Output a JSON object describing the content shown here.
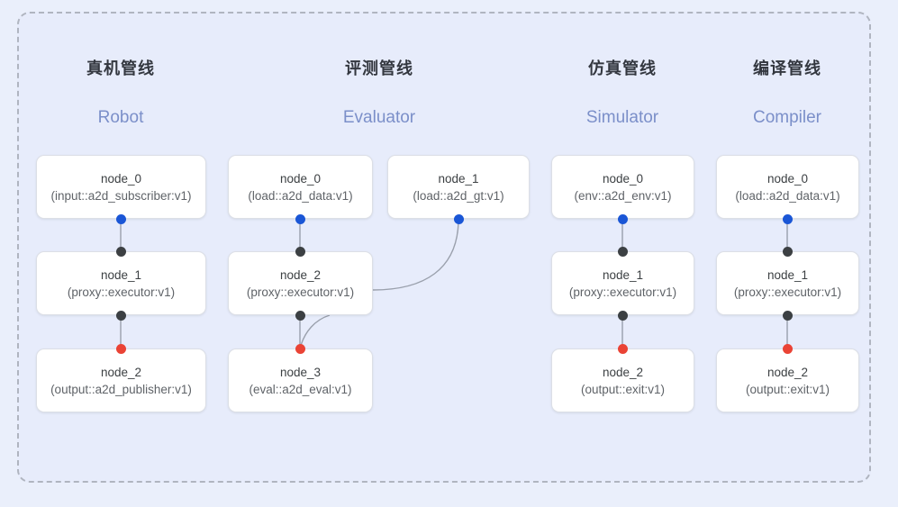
{
  "frame": {
    "border_style": "dashed",
    "border_color": "#b0b5c0",
    "background": "#e7ecfb"
  },
  "palette": {
    "page_background": "#eaeffb",
    "node_background": "#ffffff",
    "node_border": "#dcdfe6",
    "title_color": "#33373f",
    "subtitle_color": "#7b8fc9",
    "port_blue": "#1a56d6",
    "port_dark": "#3c4043",
    "port_red": "#ea4335",
    "edge_color": "#9aa0ac"
  },
  "columns": [
    {
      "id": "robot",
      "title": "真机管线",
      "subtitle": "Robot",
      "nodes": [
        {
          "name": "node_0",
          "type": "(input::a2d_subscriber:v1)"
        },
        {
          "name": "node_1",
          "type": "(proxy::executor:v1)"
        },
        {
          "name": "node_2",
          "type": "(output::a2d_publisher:v1)"
        }
      ]
    },
    {
      "id": "evaluator",
      "title": "评测管线",
      "subtitle": "Evaluator",
      "nodes": [
        {
          "name": "node_0",
          "type": "(load::a2d_data:v1)"
        },
        {
          "name": "node_1",
          "type": "(load::a2d_gt:v1)"
        },
        {
          "name": "node_2",
          "type": "(proxy::executor:v1)"
        },
        {
          "name": "node_3",
          "type": "(eval::a2d_eval:v1)"
        }
      ]
    },
    {
      "id": "simulator",
      "title": "仿真管线",
      "subtitle": "Simulator",
      "nodes": [
        {
          "name": "node_0",
          "type": "(env::a2d_env:v1)"
        },
        {
          "name": "node_1",
          "type": "(proxy::executor:v1)"
        },
        {
          "name": "node_2",
          "type": "(output::exit:v1)"
        }
      ]
    },
    {
      "id": "compiler",
      "title": "编译管线",
      "subtitle": "Compiler",
      "nodes": [
        {
          "name": "node_0",
          "type": "(load::a2d_data:v1)"
        },
        {
          "name": "node_1",
          "type": "(proxy::executor:v1)"
        },
        {
          "name": "node_2",
          "type": "(output::exit:v1)"
        }
      ]
    }
  ]
}
